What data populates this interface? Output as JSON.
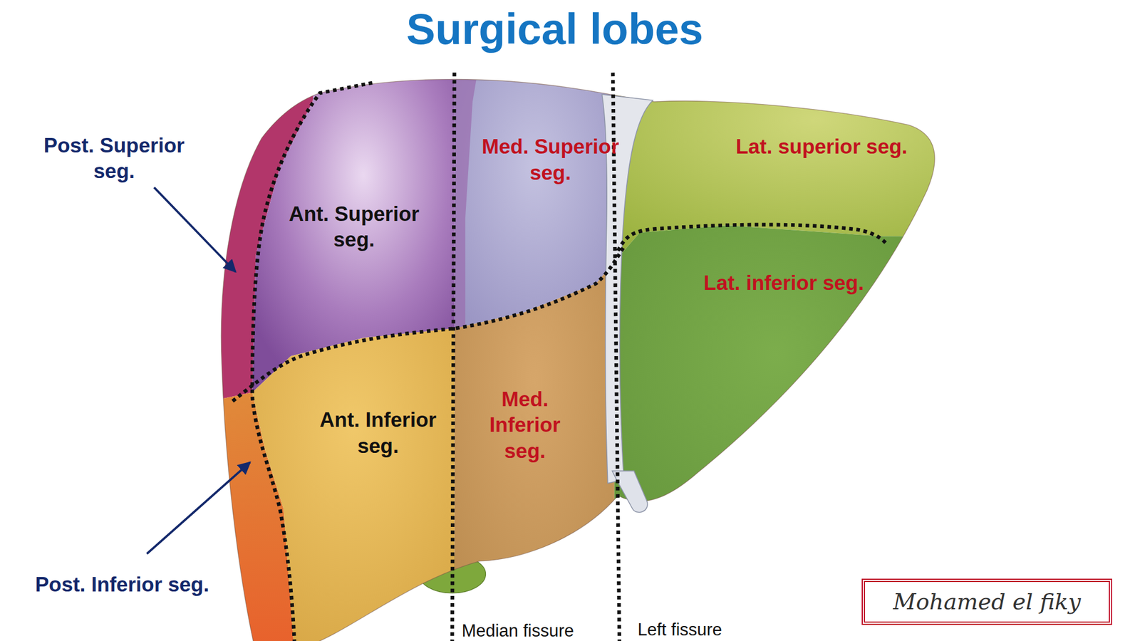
{
  "diagram": {
    "title": "Surgical lobes",
    "nodes": [
      {
        "text": [
          "Mohamed el fiky"
        ]
      }
    ],
    "labels": [
      "Post. Superior seg.",
      "Ant. Superior seg.",
      "Med. Superior seg.",
      "Lat. superior seg.",
      "Lat. inferior seg.",
      "Ant. Inferior seg.",
      "Med. Inferior seg.",
      "Post. Inferior seg.",
      "Median fissure",
      "Left fissure"
    ]
  }
}
